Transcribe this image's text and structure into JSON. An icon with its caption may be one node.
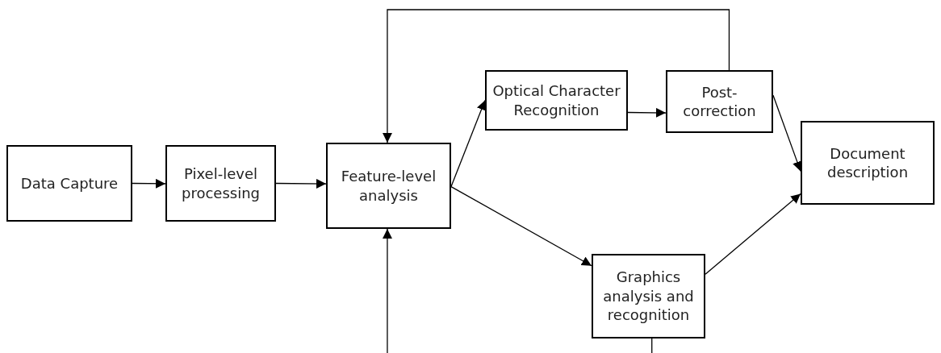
{
  "diagram": {
    "nodes": [
      {
        "text": [
          "Data Capture"
        ]
      },
      {
        "text": [
          "Pixel-level processing"
        ]
      },
      {
        "text": [
          "Feature-level analysis"
        ]
      },
      {
        "text": [
          "Optical Character Recognition"
        ]
      },
      {
        "text": [
          "Post-correction"
        ]
      },
      {
        "text": [
          "Document description"
        ]
      },
      {
        "text": [
          "Graphics analysis and recognition"
        ]
      }
    ],
    "edges": [
      {
        "from": 0,
        "to": 1,
        "arrow": "to"
      },
      {
        "from": 1,
        "to": 2,
        "arrow": "to"
      },
      {
        "from": 2,
        "to": 3,
        "arrow": "to"
      },
      {
        "from": 3,
        "to": 4,
        "arrow": "to"
      },
      {
        "from": 4,
        "to": 2,
        "arrow": "to"
      },
      {
        "from": 4,
        "to": 5,
        "arrow": "to"
      },
      {
        "from": 2,
        "to": 6,
        "arrow": "to"
      },
      {
        "from": 6,
        "to": 5,
        "arrow": "to"
      },
      {
        "from": 6,
        "to": 2,
        "arrow": "to"
      }
    ]
  }
}
